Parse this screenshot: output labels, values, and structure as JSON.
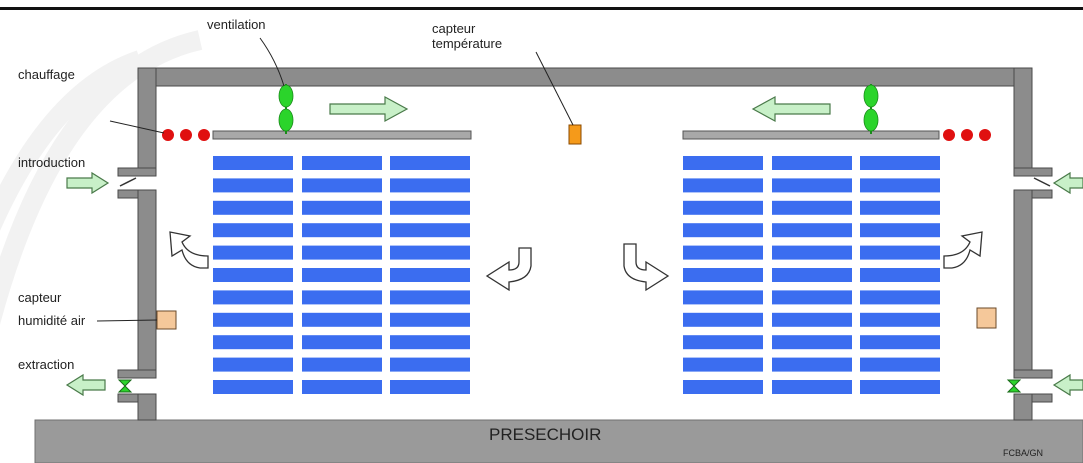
{
  "labels": {
    "ventilation": "ventilation",
    "capteur_temp_1": "capteur",
    "capteur_temp_2": "température",
    "chauffage": "chauffage",
    "introduction": "introduction",
    "capteur_hum_1": "capteur",
    "capteur_hum_2": "humidité air",
    "extraction": "extraction",
    "floor": "PRESECHOIR",
    "credit": "FCBA/GN"
  },
  "colors": {
    "wall": "#8c8c8c",
    "wall_dark": "#5a5a5a",
    "floor": "#9a9a9a",
    "board": "#3b6df0",
    "arrow_fill": "#c8f0c8",
    "arrow_stroke": "#4a7a4a",
    "heater": "#e01010",
    "temp_sensor": "#f59a1a",
    "hum_sensor": "#f5c89a",
    "valve": "#2bd42b"
  },
  "stacks": {
    "left_columns": 3,
    "right_columns": 3,
    "rows": 11
  }
}
